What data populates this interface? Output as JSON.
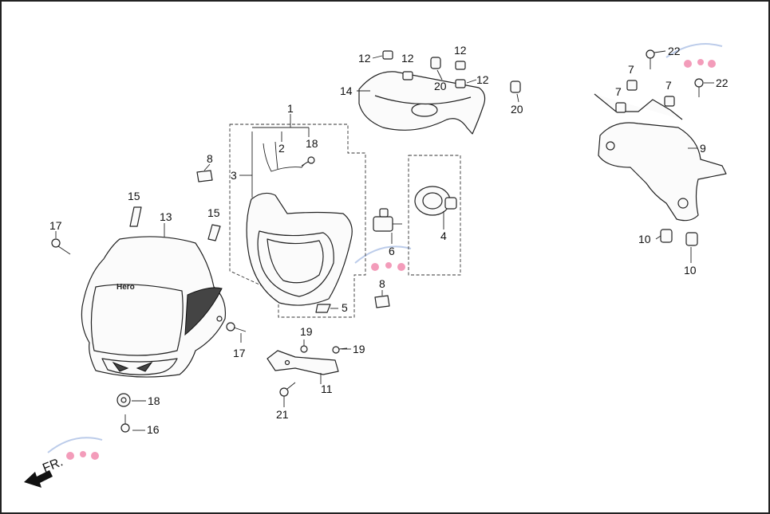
{
  "diagram": {
    "callouts": [
      {
        "id": "c1",
        "text": "1"
      },
      {
        "id": "c2",
        "text": "2"
      },
      {
        "id": "c3",
        "text": "3"
      },
      {
        "id": "c4",
        "text": "4"
      },
      {
        "id": "c5",
        "text": "5"
      },
      {
        "id": "c6",
        "text": "6"
      },
      {
        "id": "c7a",
        "text": "7"
      },
      {
        "id": "c7b",
        "text": "7"
      },
      {
        "id": "c7c",
        "text": "7"
      },
      {
        "id": "c8a",
        "text": "8"
      },
      {
        "id": "c8b",
        "text": "8"
      },
      {
        "id": "c9",
        "text": "9"
      },
      {
        "id": "c10a",
        "text": "10"
      },
      {
        "id": "c10b",
        "text": "10"
      },
      {
        "id": "c11",
        "text": "11"
      },
      {
        "id": "c12a",
        "text": "12"
      },
      {
        "id": "c12b",
        "text": "12"
      },
      {
        "id": "c12c",
        "text": "12"
      },
      {
        "id": "c12d",
        "text": "12"
      },
      {
        "id": "c13",
        "text": "13"
      },
      {
        "id": "c14",
        "text": "14"
      },
      {
        "id": "c15a",
        "text": "15"
      },
      {
        "id": "c15b",
        "text": "15"
      },
      {
        "id": "c16",
        "text": "16"
      },
      {
        "id": "c17a",
        "text": "17"
      },
      {
        "id": "c17b",
        "text": "17"
      },
      {
        "id": "c18a",
        "text": "18"
      },
      {
        "id": "c18b",
        "text": "18"
      },
      {
        "id": "c19a",
        "text": "19"
      },
      {
        "id": "c19b",
        "text": "19"
      },
      {
        "id": "c20a",
        "text": "20"
      },
      {
        "id": "c20b",
        "text": "20"
      },
      {
        "id": "c21",
        "text": "21"
      },
      {
        "id": "c22a",
        "text": "22"
      },
      {
        "id": "c22b",
        "text": "22"
      }
    ],
    "front_indicator": "FR.",
    "cowl_brand": "Hero"
  }
}
